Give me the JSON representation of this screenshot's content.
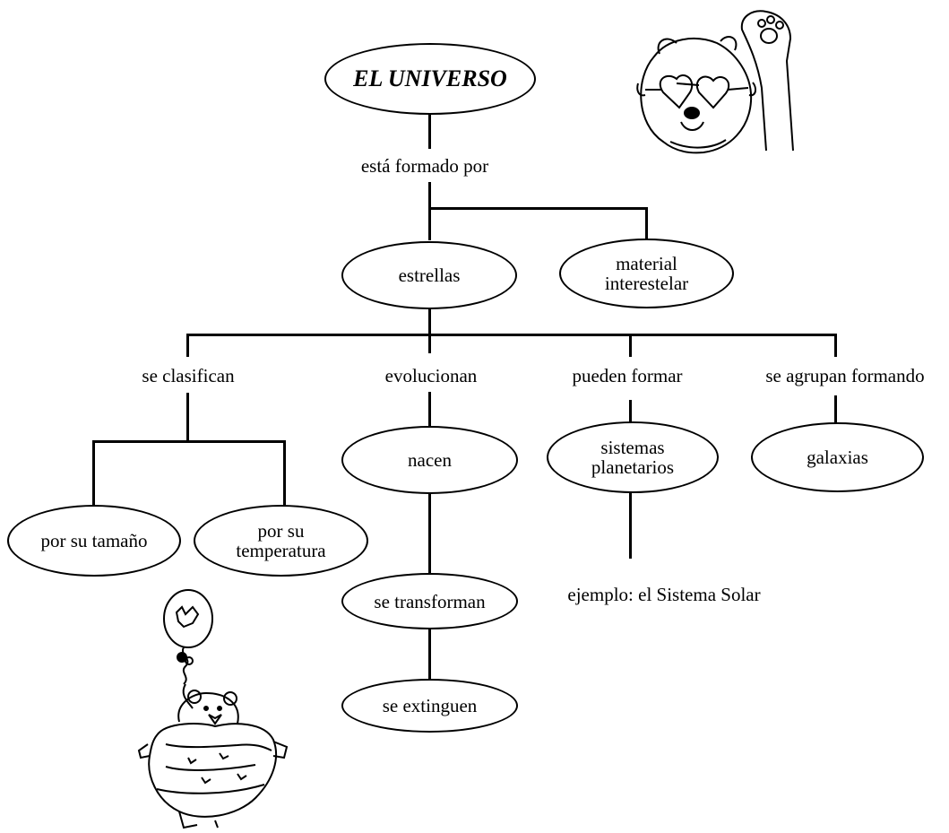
{
  "diagram": {
    "root": "EL UNIVERSO",
    "link_formed_by": "está formado por",
    "nodes": {
      "estrellas": "estrellas",
      "material_1": "material",
      "material_2": "interestelar",
      "nacen": "nacen",
      "se_transforman": "se transforman",
      "se_extinguen": "se extinguen",
      "sistemas_1": "sistemas",
      "sistemas_2": "planetarios",
      "galaxias": "galaxias",
      "tamano": "por su tamaño",
      "temp_1": "por su",
      "temp_2": "temperatura"
    },
    "links": {
      "se_clasifican": "se clasifican",
      "evolucionan": "evolucionan",
      "pueden_formar": "pueden formar",
      "se_agrupan": "se agrupan formando",
      "ejemplo": "ejemplo: el Sistema Solar"
    }
  },
  "decorations": {
    "top_right": "bear-with-heart-glasses",
    "bottom_left": "bear-with-balloon"
  }
}
